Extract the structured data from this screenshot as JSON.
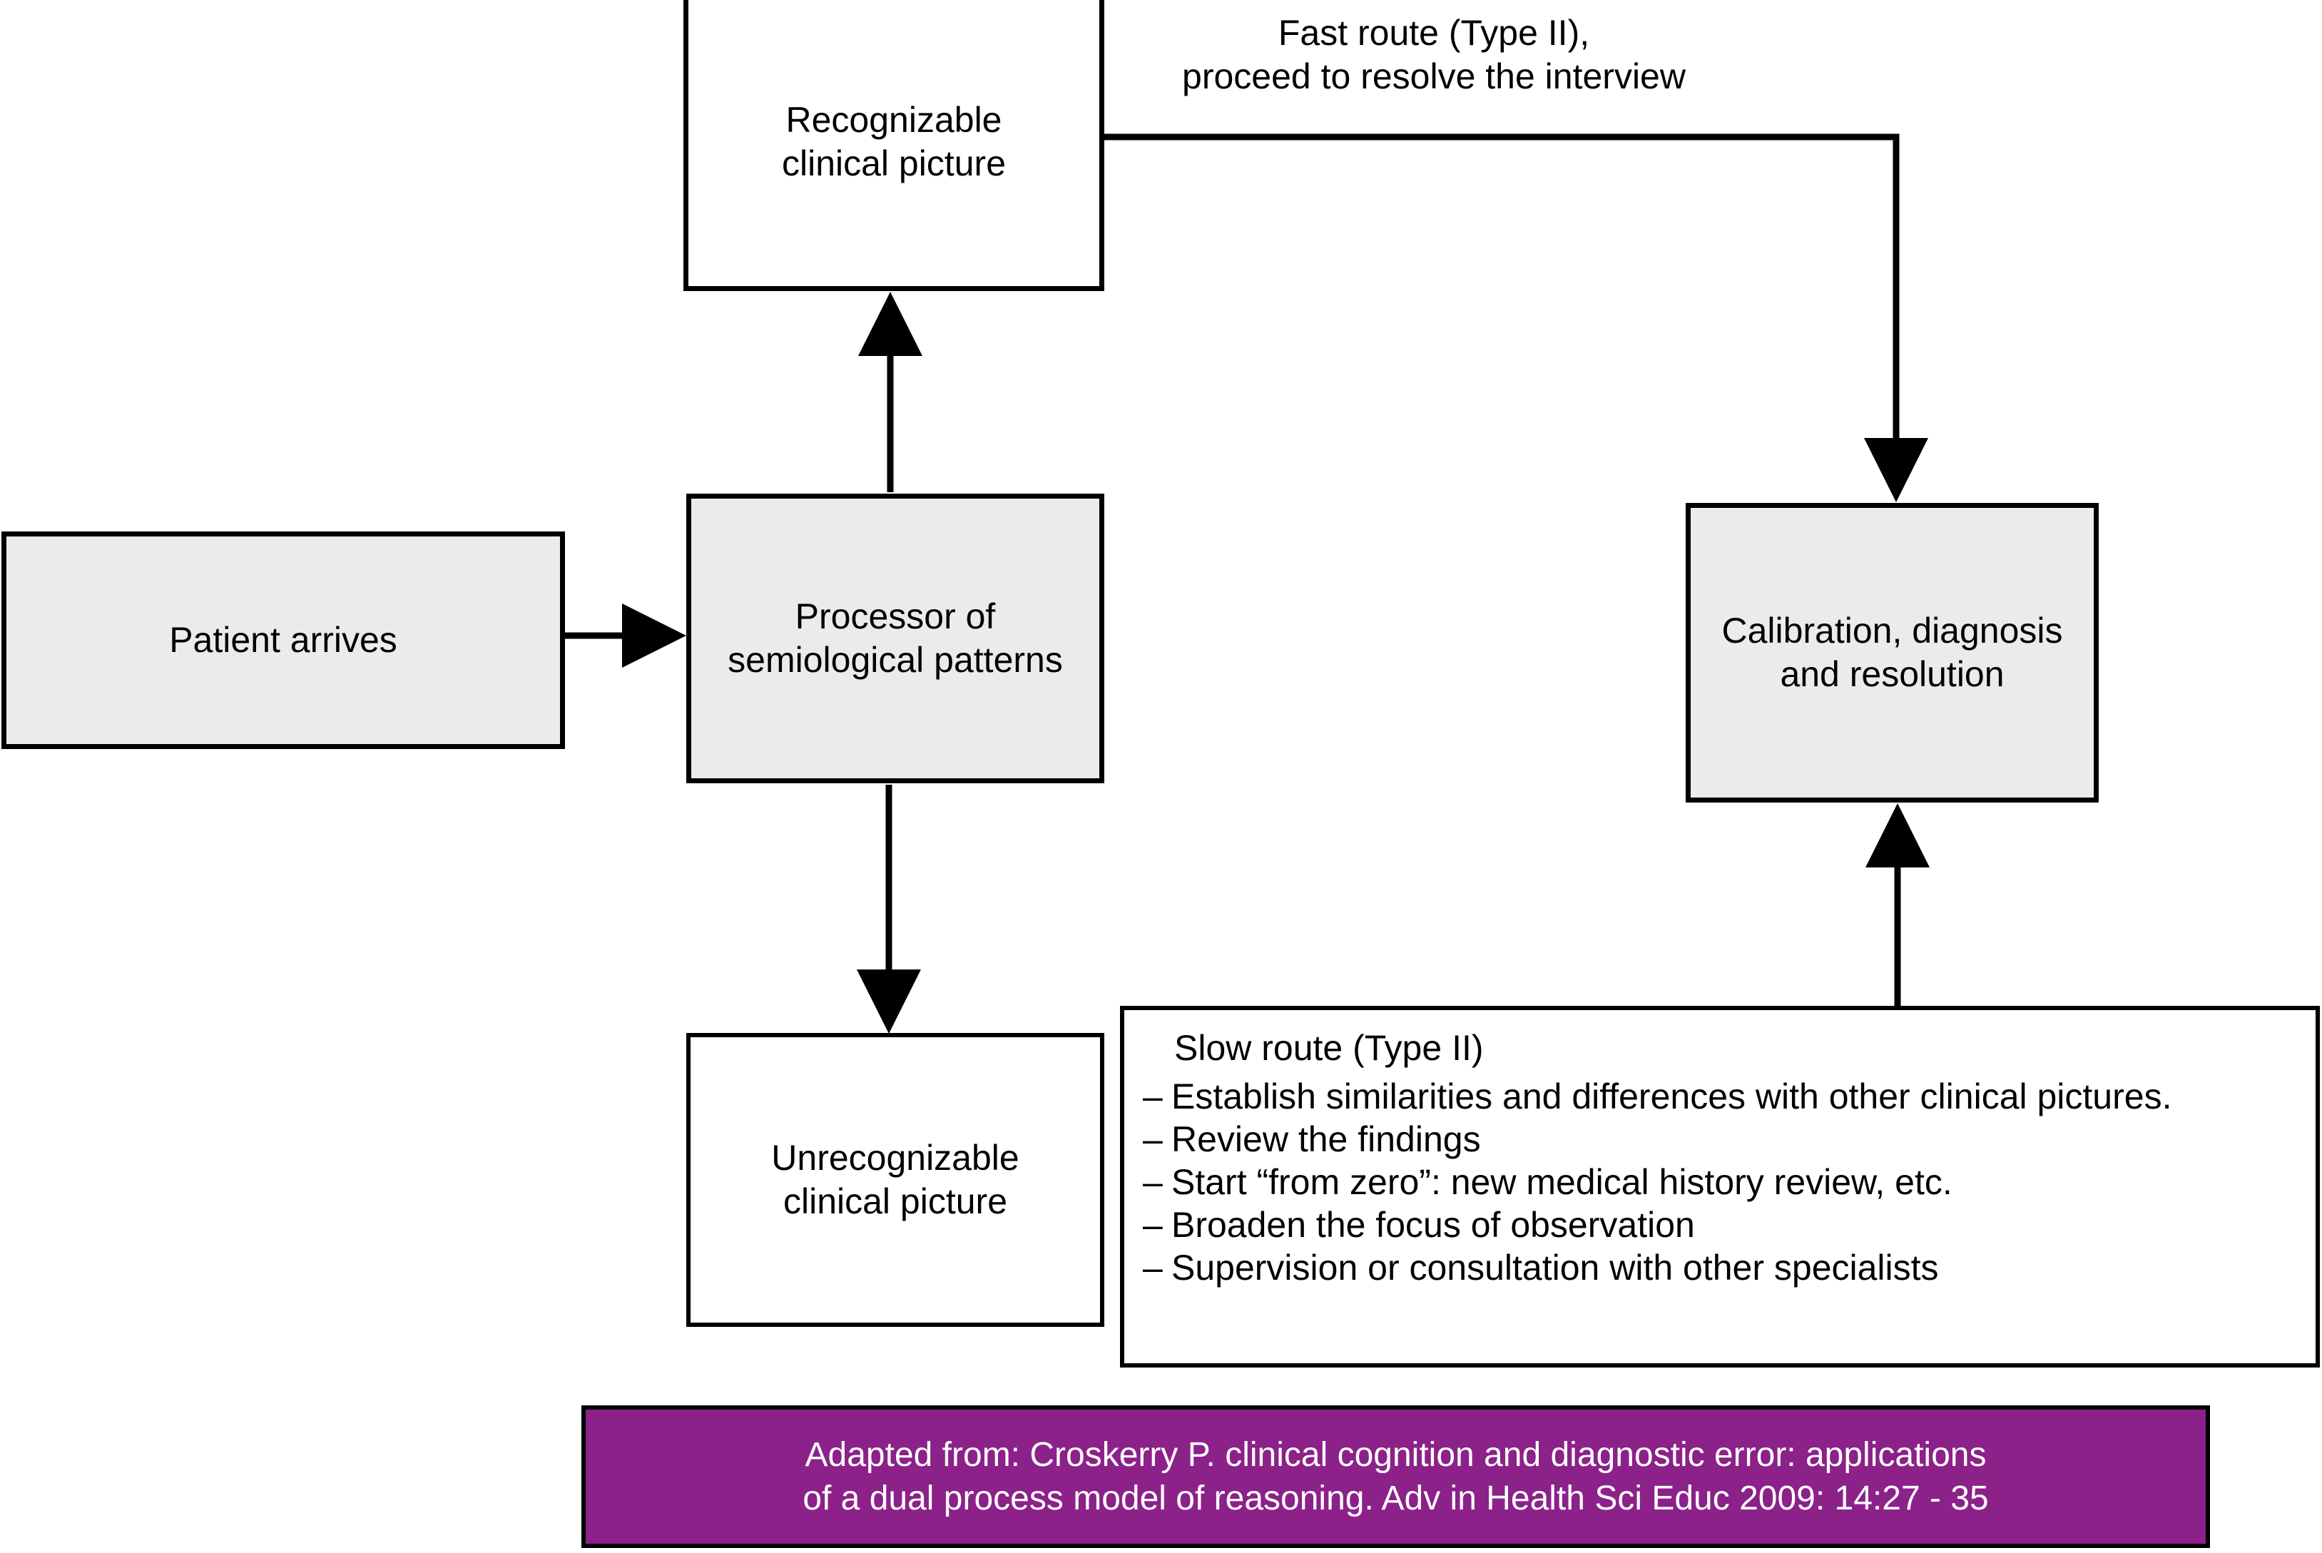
{
  "diagram": {
    "title": "Clinical reasoning dual process model flowchart",
    "colors": {
      "node_fill_grey": "#ebebeb",
      "node_fill_white": "#ffffff",
      "stroke": "#000000",
      "citation_fill": "#8B2189",
      "citation_text": "#ffffff"
    },
    "nodes": {
      "patient_arrives": "Patient arrives",
      "recognizable": "Recognizable\nclinical picture",
      "processor": "Processor of\nsemiological patterns",
      "unrecognizable": "Unrecognizable\nclinical picture",
      "calibration": "Calibration, diagnosis\nand resolution"
    },
    "edges": {
      "fast_route_caption": "Fast route (Type II),\nproceed to resolve the interview"
    },
    "slow_route": {
      "title": "Slow route (Type II)",
      "dash": "–",
      "items": [
        "Establish similarities and differences with other clinical pictures.",
        "Review the findings",
        "Start “from zero”: new medical history review, etc.",
        "Broaden the focus of observation",
        "Supervision or consultation with other specialists"
      ]
    },
    "citation": "Adapted from: Croskerry P. clinical cognition and diagnostic error: applications\nof a dual process model of reasoning. Adv in Health Sci Educ 2009: 14:27 - 35"
  }
}
